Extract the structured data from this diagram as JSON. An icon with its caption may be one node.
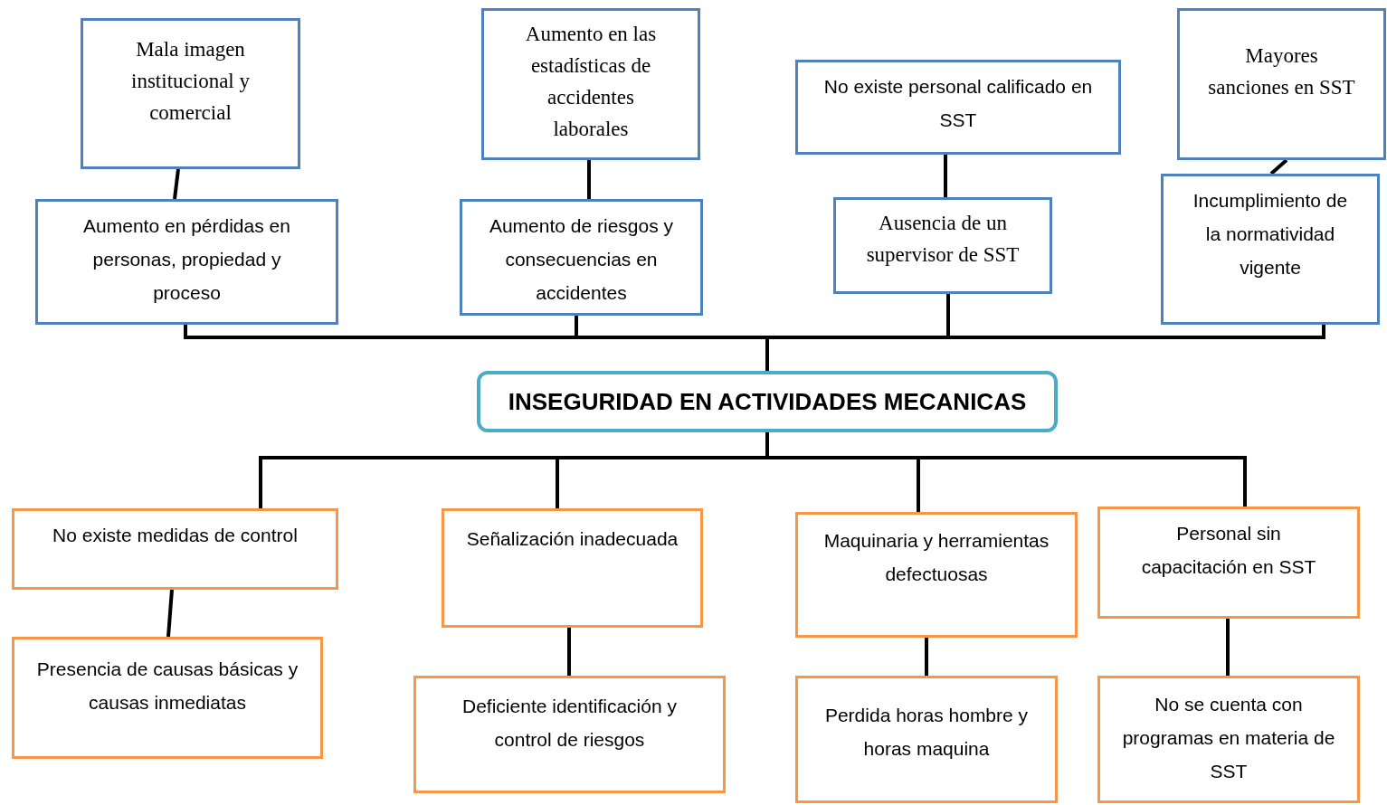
{
  "diagram": {
    "nodes": [
      {
        "text": [
          "Mala imagen institucional y comercial"
        ]
      },
      {
        "text": [
          "Aumento en las estadísticas de accidentes laborales"
        ]
      },
      {
        "text": [
          "No existe personal calificado en SST"
        ]
      },
      {
        "text": [
          "Mayores sanciones en SST"
        ]
      },
      {
        "text": [
          "Aumento en pérdidas en personas, propiedad y proceso"
        ]
      },
      {
        "text": [
          "Aumento de riesgos y consecuencias en accidentes"
        ]
      },
      {
        "text": [
          "Ausencia de un supervisor de SST"
        ]
      },
      {
        "text": [
          "Incumplimiento de la normatividad vigente"
        ]
      },
      {
        "text": [
          "INSEGURIDAD EN ACTIVIDADES MECANICAS"
        ]
      },
      {
        "text": [
          "No existe medidas de control"
        ]
      },
      {
        "text": [
          "Señalización inadecuada"
        ]
      },
      {
        "text": [
          "Maquinaria y herramientas defectuosas"
        ]
      },
      {
        "text": [
          "Personal  sin capacitación en SST"
        ]
      },
      {
        "text": [
          "Presencia de causas básicas y causas inmediatas"
        ]
      },
      {
        "text": [
          "Deficiente identificación y control de riesgos"
        ]
      },
      {
        "text": [
          "Perdida horas hombre y horas maquina"
        ]
      },
      {
        "text": [
          "No se cuenta con programas en materia de SST"
        ]
      }
    ],
    "edges": [
      {
        "from": 0,
        "to": 4,
        "arrow": "none"
      },
      {
        "from": 1,
        "to": 5,
        "arrow": "none"
      },
      {
        "from": 2,
        "to": 6,
        "arrow": "none"
      },
      {
        "from": 3,
        "to": 7,
        "arrow": "none"
      },
      {
        "from": 4,
        "to": 8,
        "arrow": "none"
      },
      {
        "from": 5,
        "to": 8,
        "arrow": "none"
      },
      {
        "from": 6,
        "to": 8,
        "arrow": "none"
      },
      {
        "from": 7,
        "to": 8,
        "arrow": "none"
      },
      {
        "from": 8,
        "to": 9,
        "arrow": "none"
      },
      {
        "from": 8,
        "to": 10,
        "arrow": "none"
      },
      {
        "from": 8,
        "to": 11,
        "arrow": "none"
      },
      {
        "from": 8,
        "to": 12,
        "arrow": "none"
      },
      {
        "from": 9,
        "to": 13,
        "arrow": "none"
      },
      {
        "from": 10,
        "to": 14,
        "arrow": "none"
      },
      {
        "from": 11,
        "to": 15,
        "arrow": "none"
      },
      {
        "from": 12,
        "to": 16,
        "arrow": "none"
      }
    ]
  }
}
